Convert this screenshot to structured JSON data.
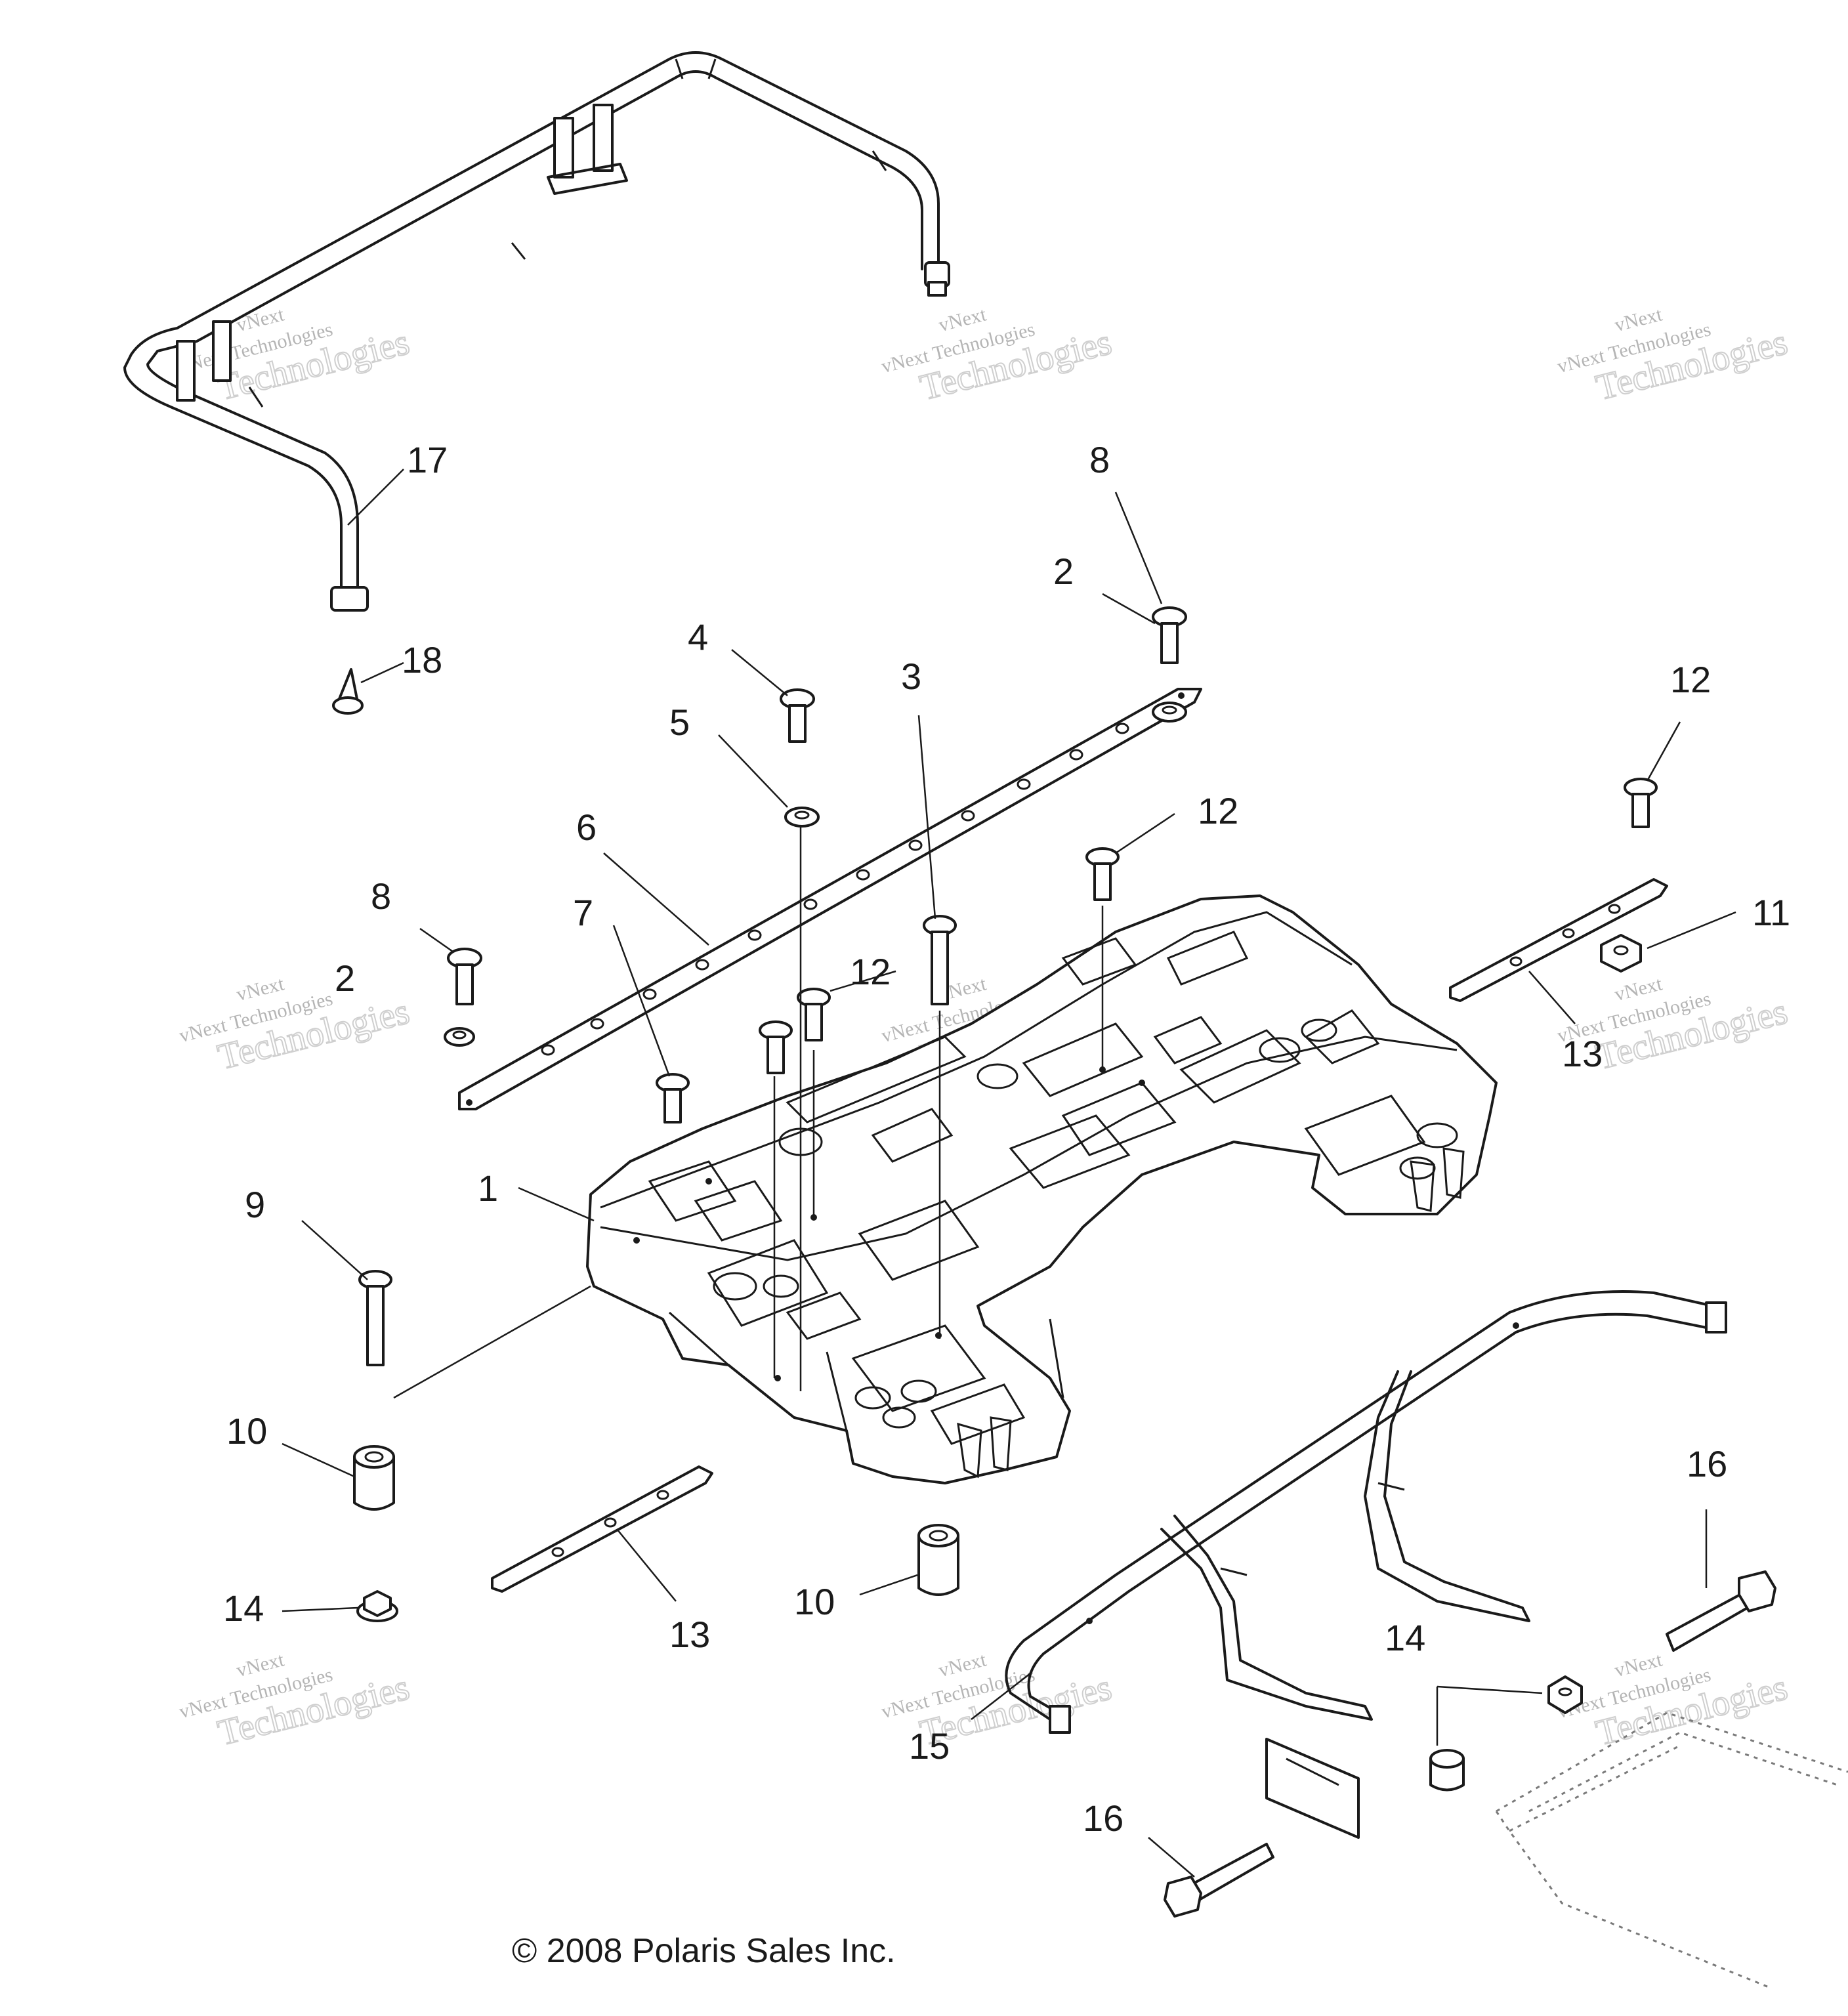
{
  "callouts": {
    "c1": "1",
    "c2a": "2",
    "c2b": "2",
    "c3": "3",
    "c4": "4",
    "c5": "5",
    "c6": "6",
    "c7": "7",
    "c8a": "8",
    "c8b": "8",
    "c9": "9",
    "c10a": "10",
    "c10b": "10",
    "c11": "11",
    "c12a": "12",
    "c12b": "12",
    "c12c": "12",
    "c13a": "13",
    "c13b": "13",
    "c14a": "14",
    "c14b": "14",
    "c15": "15",
    "c16a": "16",
    "c16b": "16",
    "c17": "17",
    "c18": "18"
  },
  "watermark": {
    "line1": "vNext",
    "line2": "vNext Technologies",
    "line3": "Technologies"
  },
  "copyright": "© 2008 Polaris Sales Inc."
}
